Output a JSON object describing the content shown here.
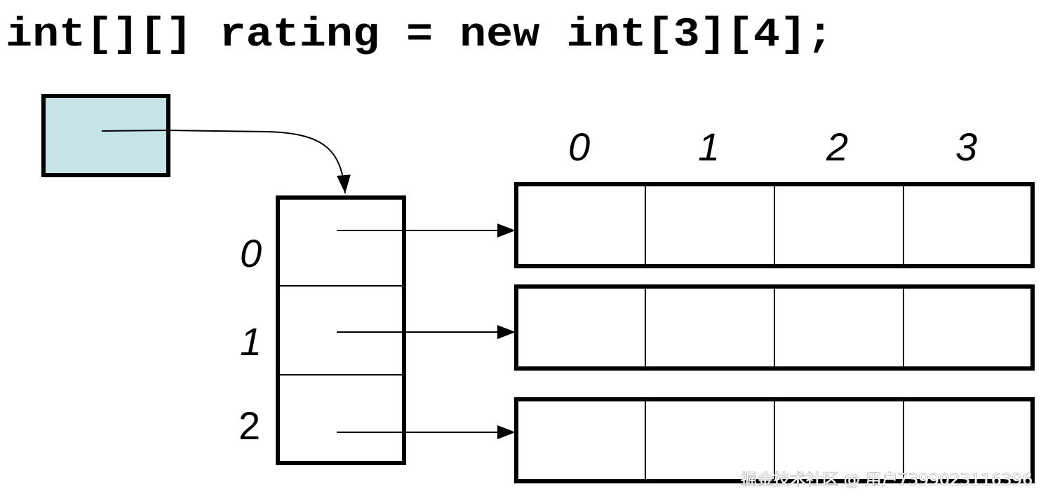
{
  "code": {
    "declaration": "int[][] rating = new int[3][4];"
  },
  "reference_box": {
    "fill_color": "#c6e4e8"
  },
  "row_indices": [
    "0",
    "1",
    "2"
  ],
  "column_indices": [
    "0",
    "1",
    "2",
    "3"
  ],
  "watermark": {
    "text": "掘金技术社区 @ 用户7399023116396"
  }
}
